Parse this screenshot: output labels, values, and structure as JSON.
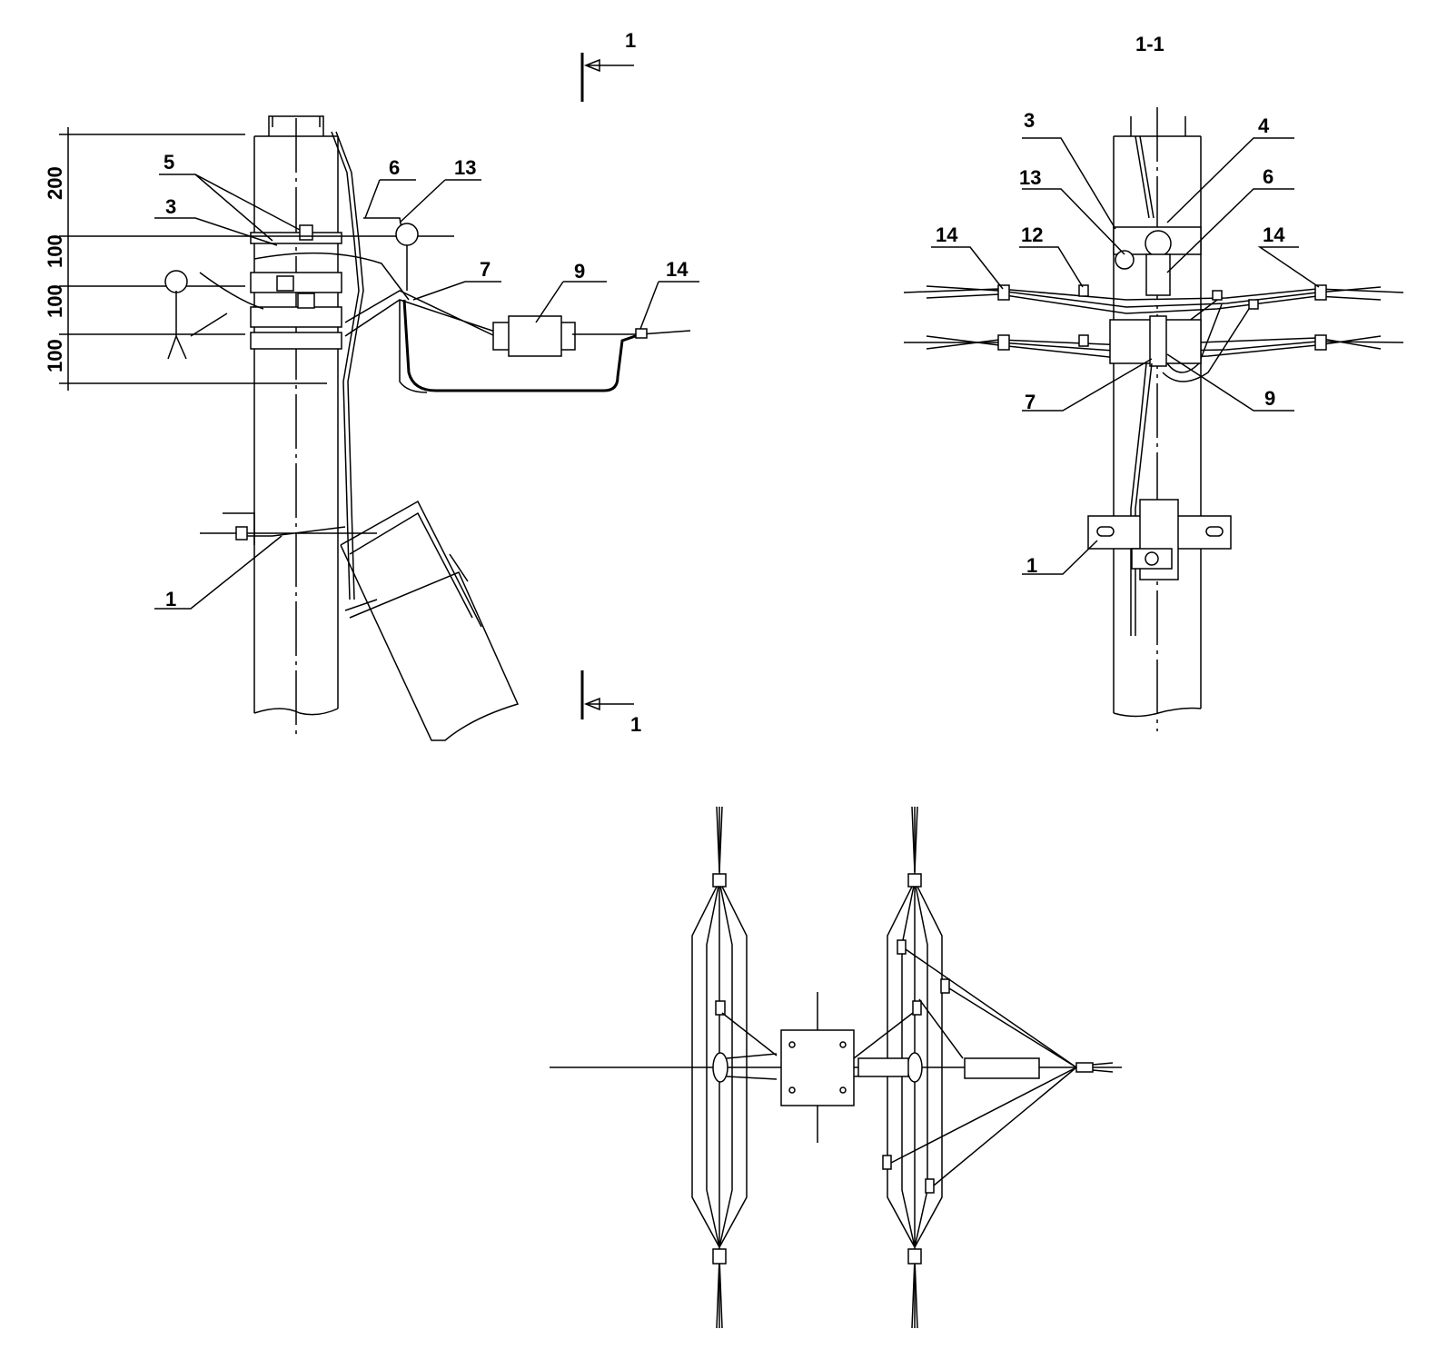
{
  "side_view": {
    "section_mark_top": "1",
    "section_mark_bottom": "1",
    "dimensions": [
      "200",
      "100",
      "100",
      "100"
    ],
    "callouts": {
      "c5": "5",
      "c3": "3",
      "c6": "6",
      "c13": "13",
      "c7": "7",
      "c9": "9",
      "c14": "14",
      "c1": "1"
    }
  },
  "section_view": {
    "title": "1-1",
    "callouts": {
      "c3": "3",
      "c13": "13",
      "c4": "4",
      "c6": "6",
      "c14a": "14",
      "c12": "12",
      "c14b": "14",
      "c7": "7",
      "c9": "9",
      "c1": "1"
    }
  }
}
